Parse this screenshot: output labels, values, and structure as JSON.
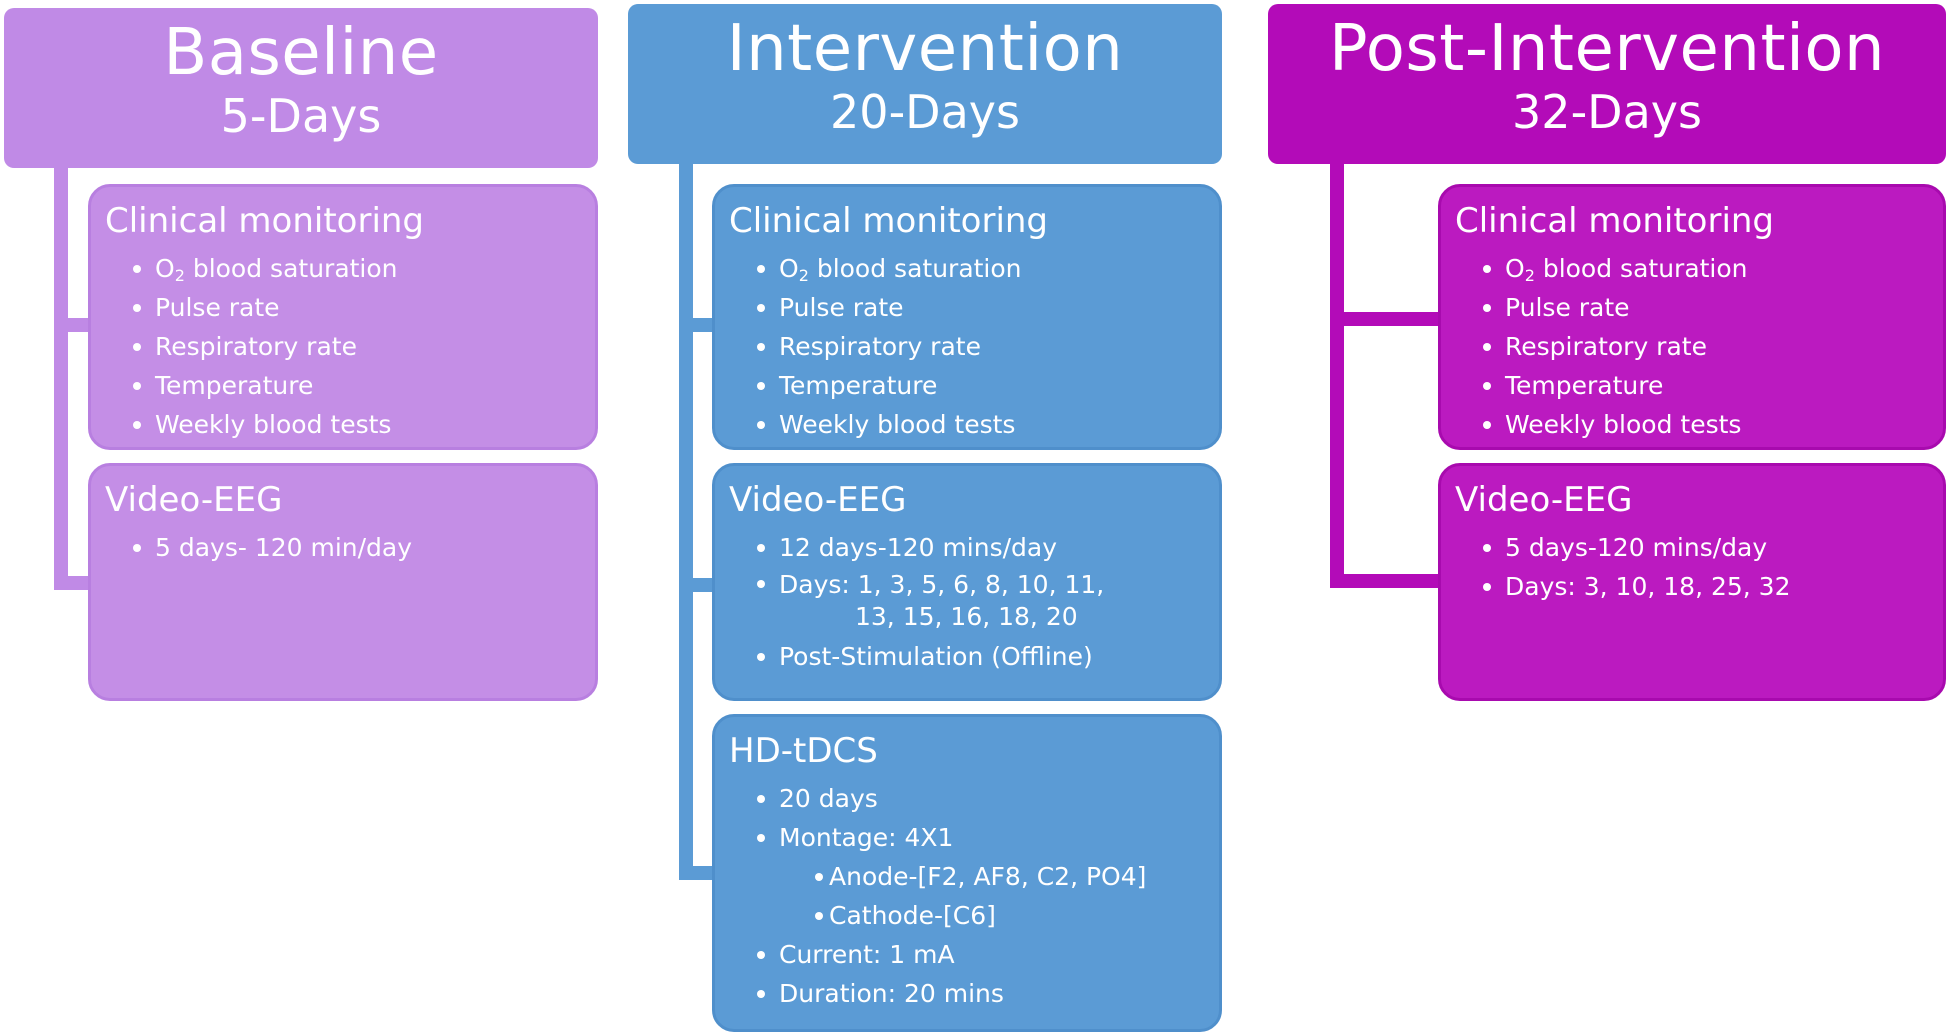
{
  "colors": {
    "baseline": "#c08ae6",
    "intervention": "#5b9bd5",
    "post_intervention": "#b30bb8"
  },
  "baseline": {
    "title": "Baseline",
    "duration": "5-Days",
    "clinical": {
      "title": "Clinical monitoring",
      "o2_prefix": "O",
      "o2_sub": "2",
      "o2_suffix": " blood saturation",
      "items": [
        "Pulse rate",
        "Respiratory rate",
        "Temperature",
        "Weekly blood tests"
      ]
    },
    "eeg": {
      "title": "Video-EEG",
      "items": [
        "5 days- 120 min/day"
      ]
    }
  },
  "intervention": {
    "title": "Intervention",
    "duration": "20-Days",
    "clinical": {
      "title": "Clinical monitoring",
      "o2_prefix": "O",
      "o2_sub": "2",
      "o2_suffix": " blood saturation",
      "items": [
        "Pulse rate",
        "Respiratory rate",
        "Temperature",
        "Weekly blood tests"
      ]
    },
    "eeg": {
      "title": "Video-EEG",
      "item1": "12 days-120 mins/day",
      "days_line1": "Days: 1, 3, 5, 6, 8, 10, 11,",
      "days_line2": "13, 15, 16, 18, 20",
      "item3": "Post-Stimulation (Offline)"
    },
    "hdtdcs": {
      "title": "HD-tDCS",
      "days": "20 days",
      "montage": "Montage: 4X1",
      "anode": "Anode-[F2, AF8, C2, PO4]",
      "cathode": "Cathode-[C6]",
      "current": "Current: 1 mA",
      "duration": "Duration: 20 mins"
    }
  },
  "post_intervention": {
    "title": "Post-Intervention",
    "duration": "32-Days",
    "clinical": {
      "title": "Clinical monitoring",
      "o2_prefix": "O",
      "o2_sub": "2",
      "o2_suffix": " blood saturation",
      "items": [
        "Pulse rate",
        "Respiratory rate",
        "Temperature",
        "Weekly blood tests"
      ]
    },
    "eeg": {
      "title": "Video-EEG",
      "items": [
        "5 days-120 mins/day",
        "Days: 3, 10, 18, 25, 32"
      ]
    }
  }
}
